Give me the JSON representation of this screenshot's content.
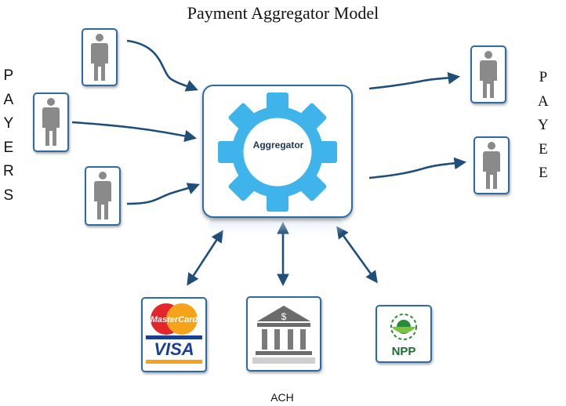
{
  "title": "Payment Aggregator Model",
  "payers_label": [
    "P",
    "A",
    "Y",
    "E",
    "R",
    "S"
  ],
  "payees_label": [
    "P",
    "A",
    "Y",
    "E",
    "E"
  ],
  "aggregator_label": "Aggregator",
  "providers": {
    "mastercard_text": "MasterCard",
    "visa_text": "VISA",
    "bank_symbol": "$",
    "npp_text": "NPP",
    "ach_label": "ACH"
  },
  "colors": {
    "arrow": "#1f4e79",
    "card_border": "#2e6aa6",
    "gear": "#3fb4ea",
    "person": "#8a8a8a"
  }
}
